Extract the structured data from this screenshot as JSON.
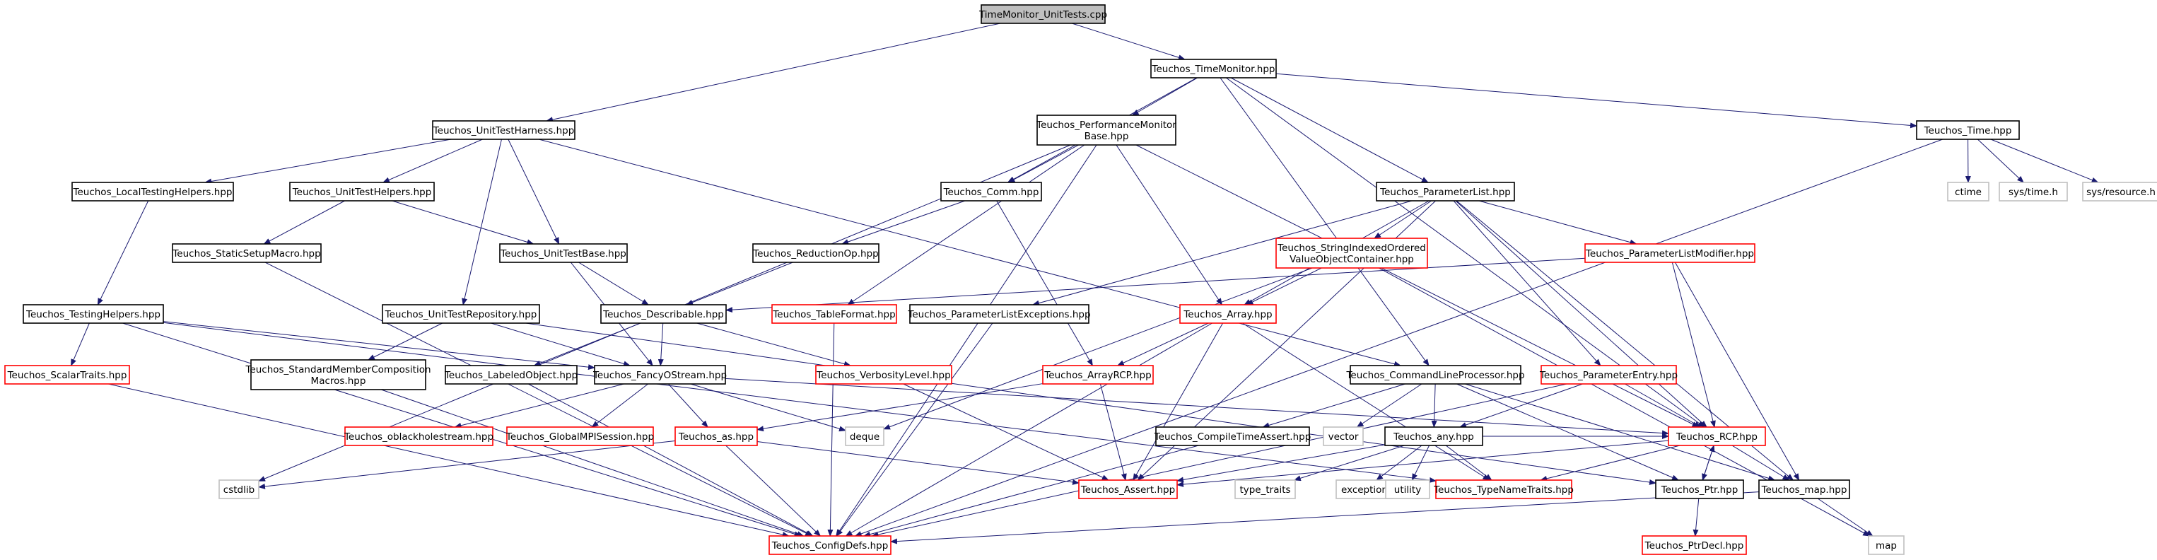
{
  "graph": {
    "title": "TimeMonitor_UnitTests.cpp",
    "colors": {
      "edge": "#191970",
      "root_fill": "#bfbfbf",
      "normal_border": "#000000",
      "link_border": "#ff0000",
      "missing_border": "#bfbfbf"
    },
    "nodes": [
      {
        "id": "root",
        "label": [
          "TimeMonitor_UnitTests.cpp"
        ],
        "style": "root"
      },
      {
        "id": "timemonitor",
        "label": [
          "Teuchos_TimeMonitor.hpp"
        ],
        "style": "normal"
      },
      {
        "id": "unittestharness",
        "label": [
          "Teuchos_UnitTestHarness.hpp"
        ],
        "style": "normal"
      },
      {
        "id": "perfmonbase",
        "label": [
          "Teuchos_PerformanceMonitor",
          "Base.hpp"
        ],
        "style": "normal"
      },
      {
        "id": "time",
        "label": [
          "Teuchos_Time.hpp"
        ],
        "style": "normal"
      },
      {
        "id": "localtesting",
        "label": [
          "Teuchos_LocalTestingHelpers.hpp"
        ],
        "style": "normal"
      },
      {
        "id": "unittesthelpers",
        "label": [
          "Teuchos_UnitTestHelpers.hpp"
        ],
        "style": "normal"
      },
      {
        "id": "comm",
        "label": [
          "Teuchos_Comm.hpp"
        ],
        "style": "normal"
      },
      {
        "id": "paramlist",
        "label": [
          "Teuchos_ParameterList.hpp"
        ],
        "style": "normal"
      },
      {
        "id": "ctime",
        "label": [
          "ctime"
        ],
        "style": "missing"
      },
      {
        "id": "systime",
        "label": [
          "sys/time.h"
        ],
        "style": "missing"
      },
      {
        "id": "sysresource",
        "label": [
          "sys/resource.h"
        ],
        "style": "missing"
      },
      {
        "id": "staticsetup",
        "label": [
          "Teuchos_StaticSetupMacro.hpp"
        ],
        "style": "normal"
      },
      {
        "id": "unittestbase",
        "label": [
          "Teuchos_UnitTestBase.hpp"
        ],
        "style": "normal"
      },
      {
        "id": "reductionop",
        "label": [
          "Teuchos_ReductionOp.hpp"
        ],
        "style": "normal"
      },
      {
        "id": "stringindexed",
        "label": [
          "Teuchos_StringIndexedOrdered",
          "ValueObjectContainer.hpp"
        ],
        "style": "link"
      },
      {
        "id": "paramlistmodifier",
        "label": [
          "Teuchos_ParameterListModifier.hpp"
        ],
        "style": "link"
      },
      {
        "id": "testinghelpers",
        "label": [
          "Teuchos_TestingHelpers.hpp"
        ],
        "style": "normal"
      },
      {
        "id": "unittestrepo",
        "label": [
          "Teuchos_UnitTestRepository.hpp"
        ],
        "style": "normal"
      },
      {
        "id": "describable",
        "label": [
          "Teuchos_Describable.hpp"
        ],
        "style": "normal"
      },
      {
        "id": "tableformat",
        "label": [
          "Teuchos_TableFormat.hpp"
        ],
        "style": "link"
      },
      {
        "id": "paramlistexc",
        "label": [
          "Teuchos_ParameterListExceptions.hpp"
        ],
        "style": "normal"
      },
      {
        "id": "array",
        "label": [
          "Teuchos_Array.hpp"
        ],
        "style": "link"
      },
      {
        "id": "scalartraits",
        "label": [
          "Teuchos_ScalarTraits.hpp"
        ],
        "style": "link"
      },
      {
        "id": "stdmembercomp",
        "label": [
          "Teuchos_StandardMemberComposition",
          "Macros.hpp"
        ],
        "style": "normal"
      },
      {
        "id": "labeledobject",
        "label": [
          "Teuchos_LabeledObject.hpp"
        ],
        "style": "normal"
      },
      {
        "id": "fancyostream",
        "label": [
          "Teuchos_FancyOStream.hpp"
        ],
        "style": "normal"
      },
      {
        "id": "verbositylevel",
        "label": [
          "Teuchos_VerbosityLevel.hpp"
        ],
        "style": "link"
      },
      {
        "id": "arrayrcp",
        "label": [
          "Teuchos_ArrayRCP.hpp"
        ],
        "style": "link"
      },
      {
        "id": "cmdlineproc",
        "label": [
          "Teuchos_CommandLineProcessor.hpp"
        ],
        "style": "normal"
      },
      {
        "id": "paramentry",
        "label": [
          "Teuchos_ParameterEntry.hpp"
        ],
        "style": "link"
      },
      {
        "id": "oblackhole",
        "label": [
          "Teuchos_oblackholestream.hpp"
        ],
        "style": "link"
      },
      {
        "id": "globalmpi",
        "label": [
          "Teuchos_GlobalMPISession.hpp"
        ],
        "style": "link"
      },
      {
        "id": "as",
        "label": [
          "Teuchos_as.hpp"
        ],
        "style": "link"
      },
      {
        "id": "deque",
        "label": [
          "deque"
        ],
        "style": "missing"
      },
      {
        "id": "compiletimeassert",
        "label": [
          "Teuchos_CompileTimeAssert.hpp"
        ],
        "style": "normal"
      },
      {
        "id": "vector",
        "label": [
          "vector"
        ],
        "style": "missing"
      },
      {
        "id": "any",
        "label": [
          "Teuchos_any.hpp"
        ],
        "style": "normal"
      },
      {
        "id": "rcp",
        "label": [
          "Teuchos_RCP.hpp"
        ],
        "style": "link"
      },
      {
        "id": "cstdlib",
        "label": [
          "cstdlib"
        ],
        "style": "missing"
      },
      {
        "id": "assert",
        "label": [
          "Teuchos_Assert.hpp"
        ],
        "style": "link"
      },
      {
        "id": "typetraits",
        "label": [
          "type_traits"
        ],
        "style": "missing"
      },
      {
        "id": "exception",
        "label": [
          "exception"
        ],
        "style": "missing"
      },
      {
        "id": "utility",
        "label": [
          "utility"
        ],
        "style": "missing"
      },
      {
        "id": "typenametraits",
        "label": [
          "Teuchos_TypeNameTraits.hpp"
        ],
        "style": "link"
      },
      {
        "id": "ptr",
        "label": [
          "Teuchos_Ptr.hpp"
        ],
        "style": "normal"
      },
      {
        "id": "map_hpp",
        "label": [
          "Teuchos_map.hpp"
        ],
        "style": "normal"
      },
      {
        "id": "configdefs",
        "label": [
          "Teuchos_ConfigDefs.hpp"
        ],
        "style": "link"
      },
      {
        "id": "ptrdecl",
        "label": [
          "Teuchos_PtrDecl.hpp"
        ],
        "style": "link"
      },
      {
        "id": "map",
        "label": [
          "map"
        ],
        "style": "missing"
      }
    ],
    "edges": [
      [
        "root",
        "timemonitor"
      ],
      [
        "root",
        "unittestharness"
      ],
      [
        "timemonitor",
        "perfmonbase"
      ],
      [
        "timemonitor",
        "comm"
      ],
      [
        "timemonitor",
        "paramlist"
      ],
      [
        "timemonitor",
        "time"
      ],
      [
        "timemonitor",
        "cmdlineproc"
      ],
      [
        "timemonitor",
        "rcp"
      ],
      [
        "unittestharness",
        "localtesting"
      ],
      [
        "unittestharness",
        "unittesthelpers"
      ],
      [
        "unittestharness",
        "unittestbase"
      ],
      [
        "unittestharness",
        "unittestrepo"
      ],
      [
        "unittestharness",
        "cmdlineproc"
      ],
      [
        "perfmonbase",
        "comm"
      ],
      [
        "perfmonbase",
        "array"
      ],
      [
        "perfmonbase",
        "tableformat"
      ],
      [
        "perfmonbase",
        "rcp"
      ],
      [
        "perfmonbase",
        "configdefs"
      ],
      [
        "perfmonbase",
        "cstdlib"
      ],
      [
        "time",
        "ctime"
      ],
      [
        "time",
        "systime"
      ],
      [
        "time",
        "sysresource"
      ],
      [
        "time",
        "configdefs"
      ],
      [
        "localtesting",
        "testinghelpers"
      ],
      [
        "unittesthelpers",
        "staticsetup"
      ],
      [
        "unittesthelpers",
        "unittestbase"
      ],
      [
        "comm",
        "reductionop"
      ],
      [
        "comm",
        "arrayrcp"
      ],
      [
        "paramlist",
        "paramlistexc"
      ],
      [
        "paramlist",
        "stringindexed"
      ],
      [
        "paramlist",
        "paramlistmodifier"
      ],
      [
        "paramlist",
        "paramentry"
      ],
      [
        "paramlist",
        "array"
      ],
      [
        "paramlist",
        "rcp"
      ],
      [
        "paramlist",
        "map_hpp"
      ],
      [
        "paramlist",
        "assert"
      ],
      [
        "staticsetup",
        "configdefs"
      ],
      [
        "unittestbase",
        "describable"
      ],
      [
        "unittestbase",
        "fancyostream"
      ],
      [
        "reductionop",
        "describable"
      ],
      [
        "stringindexed",
        "array"
      ],
      [
        "stringindexed",
        "deque"
      ],
      [
        "stringindexed",
        "map"
      ],
      [
        "paramlistmodifier",
        "describable"
      ],
      [
        "paramlistmodifier",
        "rcp"
      ],
      [
        "paramlistmodifier",
        "map_hpp"
      ],
      [
        "testinghelpers",
        "scalartraits"
      ],
      [
        "testinghelpers",
        "fancyostream"
      ],
      [
        "testinghelpers",
        "typenametraits"
      ],
      [
        "testinghelpers",
        "configdefs"
      ],
      [
        "unittestrepo",
        "stdmembercomp"
      ],
      [
        "unittestrepo",
        "fancyostream"
      ],
      [
        "unittestrepo",
        "ptr"
      ],
      [
        "describable",
        "labeledobject"
      ],
      [
        "describable",
        "fancyostream"
      ],
      [
        "describable",
        "verbositylevel"
      ],
      [
        "tableformat",
        "configdefs"
      ],
      [
        "paramlistexc",
        "configdefs"
      ],
      [
        "array",
        "arrayrcp"
      ],
      [
        "array",
        "assert"
      ],
      [
        "array",
        "typenametraits"
      ],
      [
        "array",
        "configdefs"
      ],
      [
        "scalartraits",
        "configdefs"
      ],
      [
        "stdmembercomp",
        "configdefs"
      ],
      [
        "labeledobject",
        "configdefs"
      ],
      [
        "fancyostream",
        "oblackhole"
      ],
      [
        "fancyostream",
        "globalmpi"
      ],
      [
        "fancyostream",
        "as"
      ],
      [
        "fancyostream",
        "deque"
      ],
      [
        "fancyostream",
        "rcp"
      ],
      [
        "verbositylevel",
        "assert"
      ],
      [
        "arrayrcp",
        "as"
      ],
      [
        "arrayrcp",
        "assert"
      ],
      [
        "cmdlineproc",
        "compiletimeassert"
      ],
      [
        "cmdlineproc",
        "vector"
      ],
      [
        "cmdlineproc",
        "any"
      ],
      [
        "cmdlineproc",
        "ptr"
      ],
      [
        "cmdlineproc",
        "map_hpp"
      ],
      [
        "paramentry",
        "any"
      ],
      [
        "paramentry",
        "rcp"
      ],
      [
        "paramentry",
        "configdefs"
      ],
      [
        "as",
        "assert"
      ],
      [
        "as",
        "configdefs"
      ],
      [
        "as",
        "cstdlib"
      ],
      [
        "compiletimeassert",
        "configdefs"
      ],
      [
        "any",
        "assert"
      ],
      [
        "any",
        "typetraits"
      ],
      [
        "any",
        "exception"
      ],
      [
        "any",
        "utility"
      ],
      [
        "any",
        "typenametraits"
      ],
      [
        "any",
        "rcp"
      ],
      [
        "rcp",
        "ptr"
      ],
      [
        "rcp",
        "map_hpp"
      ],
      [
        "rcp",
        "typenametraits"
      ],
      [
        "rcp",
        "assert"
      ],
      [
        "ptr",
        "rcp"
      ],
      [
        "ptr",
        "ptrdecl"
      ],
      [
        "map_hpp",
        "map"
      ],
      [
        "map_hpp",
        "configdefs"
      ]
    ]
  }
}
